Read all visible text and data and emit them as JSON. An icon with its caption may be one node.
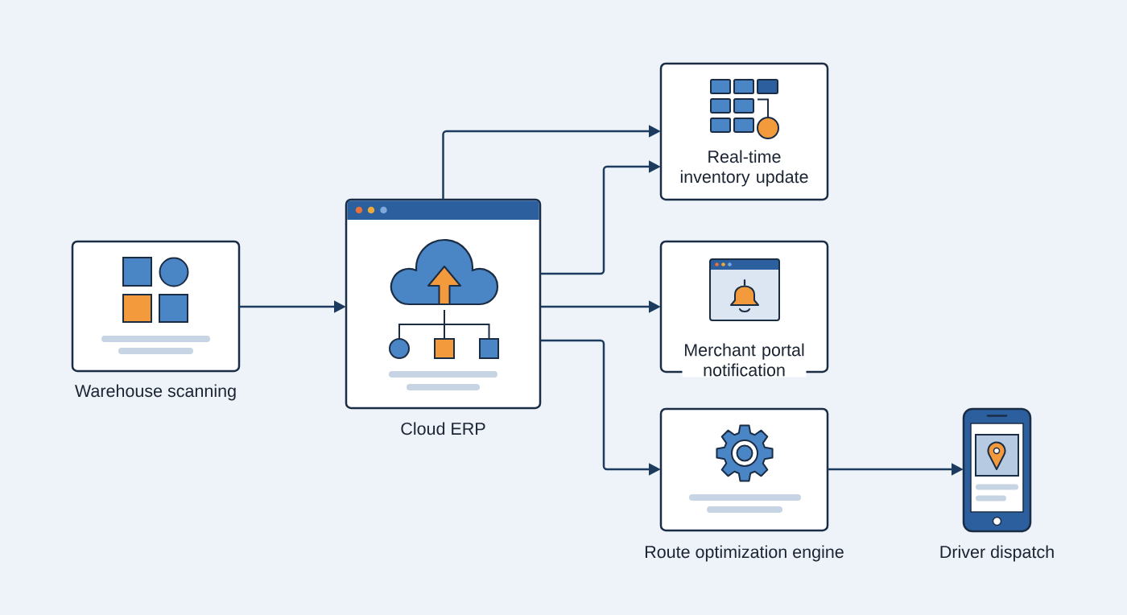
{
  "diagram": {
    "nodes": [
      {
        "text": [
          "Warehouse scanning"
        ]
      },
      {
        "text": [
          "Cloud ERP"
        ]
      },
      {
        "text": [
          "Real-time inventory update"
        ]
      },
      {
        "text": [
          "Merchant portal notification"
        ]
      },
      {
        "text": [
          "Route optimization engine"
        ]
      },
      {
        "text": [
          "Driver dispatch"
        ]
      }
    ],
    "edges": [
      {
        "from": 0,
        "to": 1,
        "arrow": "to"
      },
      {
        "from": 1,
        "to": 2,
        "arrow": "to"
      },
      {
        "from": 1,
        "to": 2,
        "arrow": "to"
      },
      {
        "from": 1,
        "to": 3,
        "arrow": "to"
      },
      {
        "from": 1,
        "to": 4,
        "arrow": "to"
      },
      {
        "from": 4,
        "to": 5,
        "arrow": "to"
      }
    ]
  }
}
